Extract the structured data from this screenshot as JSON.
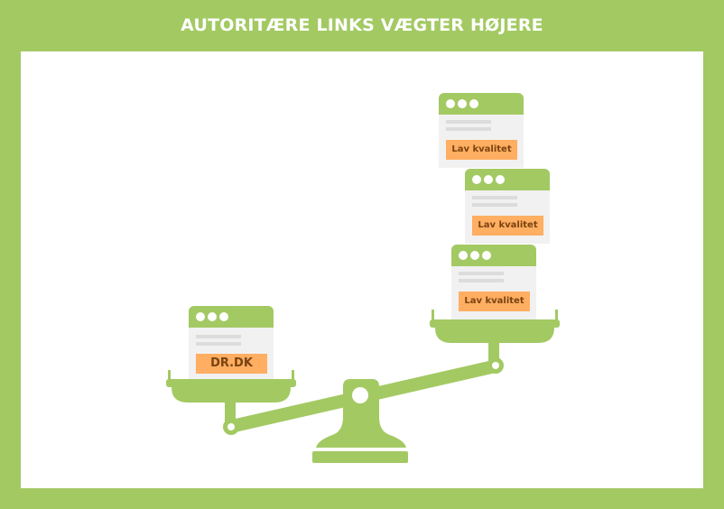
{
  "title": "AUTORITÆRE LINKS VÆGTER HØJERE",
  "colors": {
    "brand_green": "#a3c963",
    "background_panel": "#ffffff",
    "label_orange": "#ffae62",
    "label_text": "#7a4310",
    "card_body": "#f1f1f1",
    "card_lines": "#dcdcdc"
  },
  "scale": {
    "left_pan": {
      "side": "heavier (lower)",
      "cards": [
        {
          "label": "DR.DK"
        }
      ]
    },
    "right_pan": {
      "side": "lighter (higher)",
      "cards": [
        {
          "label": "Lav kvalitet"
        },
        {
          "label": "Lav kvalitet"
        },
        {
          "label": "Lav kvalitet"
        }
      ]
    }
  },
  "icons": [
    "browser-window-icon",
    "balance-scale-icon"
  ]
}
